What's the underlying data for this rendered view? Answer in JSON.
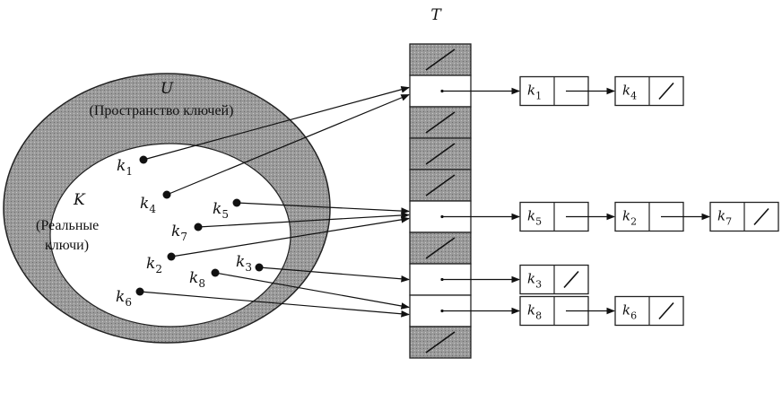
{
  "universe": {
    "label": "U",
    "caption": "(Пространство ключей)"
  },
  "actual": {
    "label": "K",
    "caption_line1": "(Реальные",
    "caption_line2": "ключи)"
  },
  "table": {
    "label": "T",
    "slots": [
      "nil",
      "list1",
      "nil",
      "nil",
      "nil",
      "list2",
      "nil",
      "list3",
      "list4",
      "nil"
    ]
  },
  "keys": [
    {
      "id": "k1",
      "letter": "k",
      "sub": "1"
    },
    {
      "id": "k4",
      "letter": "k",
      "sub": "4"
    },
    {
      "id": "k5",
      "letter": "k",
      "sub": "5"
    },
    {
      "id": "k7",
      "letter": "k",
      "sub": "7"
    },
    {
      "id": "k2",
      "letter": "k",
      "sub": "2"
    },
    {
      "id": "k3",
      "letter": "k",
      "sub": "3"
    },
    {
      "id": "k8",
      "letter": "k",
      "sub": "8"
    },
    {
      "id": "k6",
      "letter": "k",
      "sub": "6"
    }
  ],
  "chains": [
    {
      "slot": 1,
      "nodes": [
        {
          "letter": "k",
          "sub": "1"
        },
        {
          "letter": "k",
          "sub": "4"
        }
      ]
    },
    {
      "slot": 5,
      "nodes": [
        {
          "letter": "k",
          "sub": "5"
        },
        {
          "letter": "k",
          "sub": "2"
        },
        {
          "letter": "k",
          "sub": "7"
        }
      ]
    },
    {
      "slot": 7,
      "nodes": [
        {
          "letter": "k",
          "sub": "3"
        }
      ]
    },
    {
      "slot": 8,
      "nodes": [
        {
          "letter": "k",
          "sub": "8"
        },
        {
          "letter": "k",
          "sub": "6"
        }
      ]
    }
  ]
}
